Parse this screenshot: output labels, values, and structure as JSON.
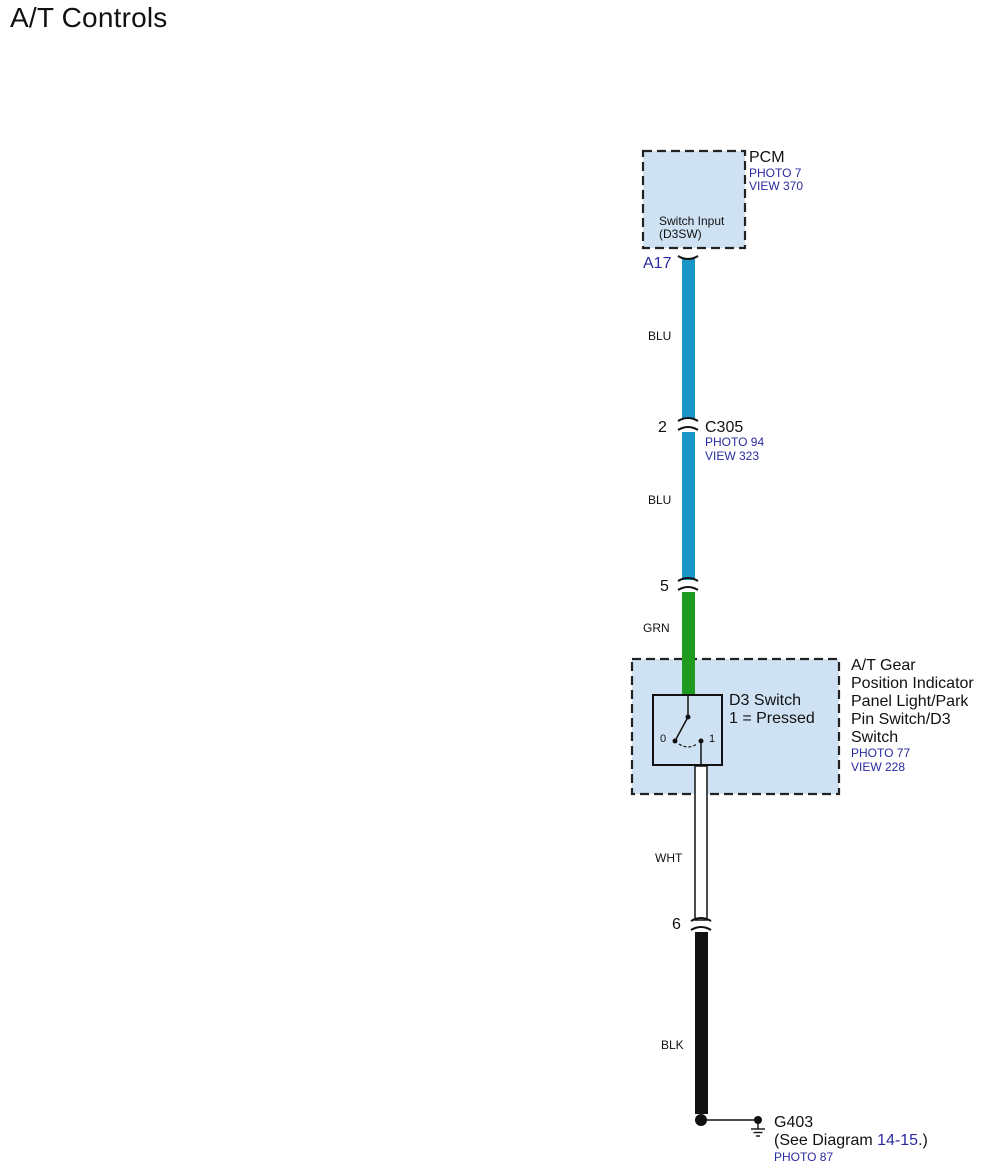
{
  "title": "A/T Controls",
  "colors": {
    "box_fill": "#cfe2f3",
    "wire_blu": "#1a97c9",
    "wire_grn": "#1e9a1e",
    "wire_wht": "#ffffff",
    "wire_blk": "#111111",
    "link": "#2a2aa0"
  },
  "pcm": {
    "name": "PCM",
    "photo": "PHOTO 7",
    "view": "VIEW 370",
    "pin_label_1": "Switch Input",
    "pin_label_2": "(D3SW)",
    "terminal": "A17"
  },
  "wires": [
    {
      "color_code": "BLU"
    },
    {
      "color_code": "BLU"
    },
    {
      "color_code": "GRN"
    },
    {
      "color_code": "WHT"
    },
    {
      "color_code": "BLK"
    }
  ],
  "connector_c305": {
    "name": "C305",
    "pin_upper": "2",
    "pin_lower": "5",
    "photo": "PHOTO 94",
    "view": "VIEW 323"
  },
  "switch_assembly": {
    "name_lines": [
      "A/T Gear",
      "Position Indicator",
      "Panel Light/Park",
      "Pin Switch/D3",
      "Switch"
    ],
    "photo": "PHOTO 77",
    "view": "VIEW 228",
    "switch_name": "D3 Switch",
    "switch_state": "1 = Pressed",
    "pos_0": "0",
    "pos_1": "1"
  },
  "splice_pin": "6",
  "ground": {
    "name": "G403",
    "see_text": "(See Diagram",
    "diagram_ref": "14-15",
    "see_close": ".)",
    "photo": "PHOTO 87"
  }
}
